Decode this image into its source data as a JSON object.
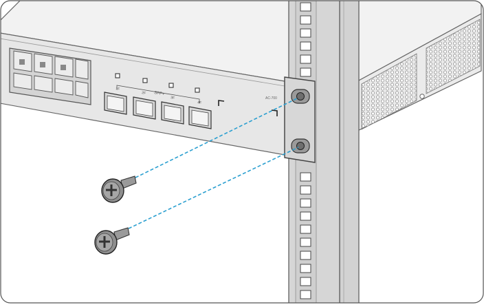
{
  "figure": {
    "type": "installation-illustration",
    "subject": "rack-mount switch bracket fastened to rack rail with two screws"
  },
  "device": {
    "sfp_group_label": "SFP+",
    "sfp_port_labels": [
      "1F",
      "2F",
      "3F",
      "4F"
    ],
    "bracket_model_label": "AC-700"
  },
  "colors": {
    "chassis_top": "#f2f2f2",
    "chassis_front": "#e6e6e6",
    "rail": "#cfcfcf",
    "bracket": "#d7d7d7",
    "screw": "#8f8f8f",
    "guide_line": "#2a9fd0",
    "outline": "#555555"
  }
}
